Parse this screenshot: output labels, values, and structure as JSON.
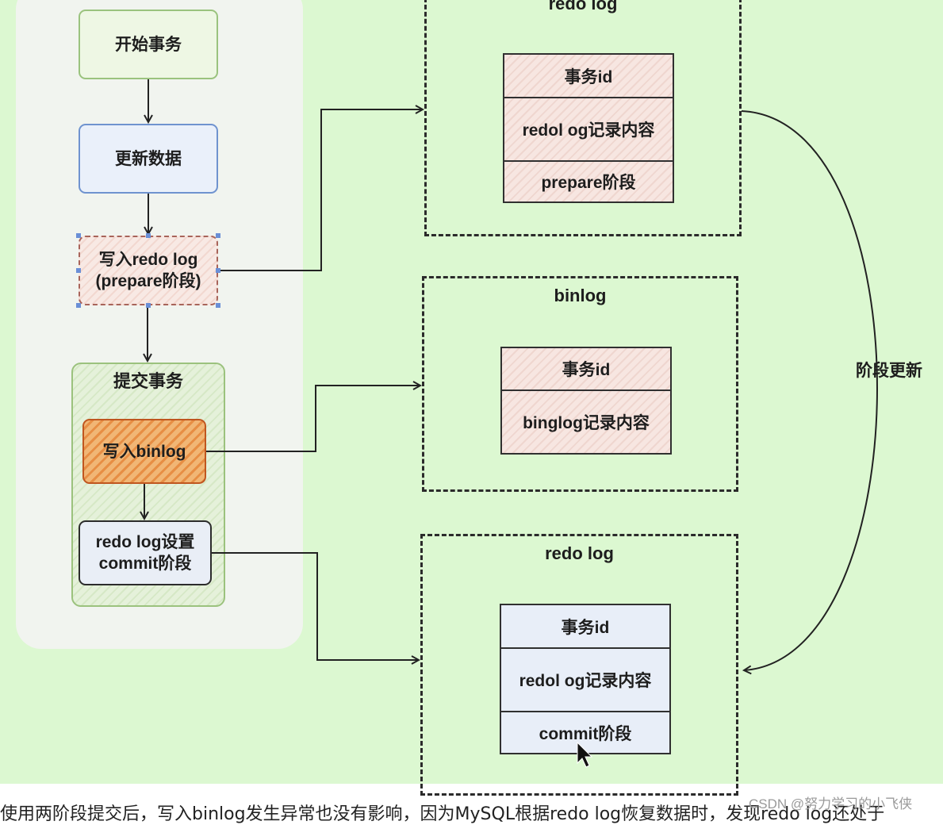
{
  "flow": {
    "start": "开始事务",
    "update": "更新数据",
    "redo_prepare": [
      "写入redo log",
      "(prepare阶段)"
    ],
    "commit_group": "提交事务",
    "write_binlog": "写入binlog",
    "redo_commit": [
      "redo log设置",
      "commit阶段"
    ]
  },
  "boxes": {
    "redo_top": {
      "title": "redo log",
      "rows": [
        "事务id",
        "redol og记录内容",
        "prepare阶段"
      ]
    },
    "binlog": {
      "title": "binlog",
      "rows": [
        "事务id",
        "binglog记录内容"
      ]
    },
    "redo_bottom": {
      "title": "redo log",
      "rows": [
        "事务id",
        "redol og记录内容",
        "commit阶段"
      ]
    }
  },
  "side_label": "阶段更新",
  "caption": "使用两阶段提交后，写入binlog发生异常也没有影响，因为MySQL根据redo log恢复数据时，发现redo log还处于",
  "watermark": "CSDN @努力学习的小飞侠"
}
